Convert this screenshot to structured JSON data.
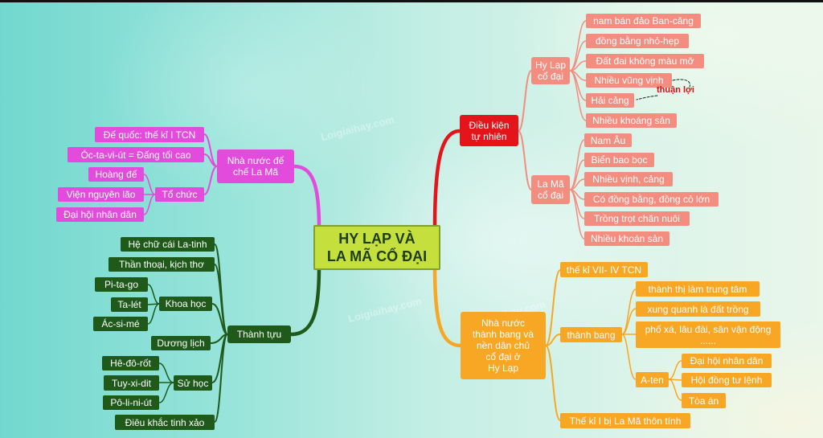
{
  "watermark": "Loigiaihay.com",
  "colors": {
    "center_fill": "#c5e03d",
    "center_border": "#7fa02a",
    "center_text": "#1f3d12",
    "natural": "#e3151b",
    "natural_sub": "#f28d7f",
    "city_state": "#f7a723",
    "roman_empire": "#e24bdc",
    "achievements": "#1f5a1b",
    "note": "#d01515"
  },
  "center": {
    "label": "HY LẠP VÀ\nLA MÃ CỔ ĐẠI"
  },
  "natural_conditions": {
    "label": "Điều kiện\ntự nhiên",
    "greece": {
      "label": "Hy Lạp\ncổ đại",
      "items": [
        "nam bán đảo Ban-căng",
        "đồng bằng nhỏ-hẹp",
        "Đất đai không màu mỡ",
        "Nhiều vũng vịnh",
        "Hải cảng",
        "Nhiều khoáng sản"
      ],
      "note": "thuận lợi"
    },
    "rome": {
      "label": "La Mã\ncổ đại",
      "items": [
        "Nam Âu",
        "Biển bao bọc",
        "Nhiều vịnh, cảng",
        "Có đồng bằng, đồng cỏ lớn",
        "Trồng trọt chăn nuôi",
        "Nhiều khoán sản"
      ]
    }
  },
  "city_states": {
    "label": "Nhà nước\nthành bang và\nnền dân chủ\ncổ đại ở\nHy Lạp",
    "period": "thế kỉ VII- IV TCN",
    "city_state": {
      "label": "thành bang",
      "items": [
        "thành thị làm trung tâm",
        "xung quanh là đất trồng",
        "phố xá, lâu đài, sân vận động\n......"
      ],
      "athens": {
        "label": "A-ten",
        "items": [
          "Đại hội nhân dân",
          "Hội đồng tư lệnh",
          "Tòa án"
        ]
      }
    },
    "end": "Thế kỉ I bị La Mã thôn tính"
  },
  "roman_empire": {
    "label": "Nhà nước đế\nchế La Mã",
    "items": [
      "Đế quốc: thế kỉ I TCN",
      "Óc-ta-vi-út = Đấng tối cao"
    ],
    "organization": {
      "label": "Tổ chức",
      "items": [
        "Hoàng đế",
        "Viện nguyên lão",
        "Đại hội nhân dân"
      ]
    }
  },
  "achievements": {
    "label": "Thành tựu",
    "alphabet": "Hệ chữ cái La-tinh",
    "literature": "Thần thoại, kịch thơ",
    "science": {
      "label": "Khoa học",
      "items": [
        "Pi-ta-go",
        "Ta-lét",
        "Ác-si-mé"
      ]
    },
    "calendar": "Dương lịch",
    "history": {
      "label": "Sử học",
      "items": [
        "Hê-đô-rốt",
        "Tuy-xi-dit",
        "Pô-li-ni-út"
      ]
    },
    "sculpture": "Điêu khắc tinh xảo"
  }
}
